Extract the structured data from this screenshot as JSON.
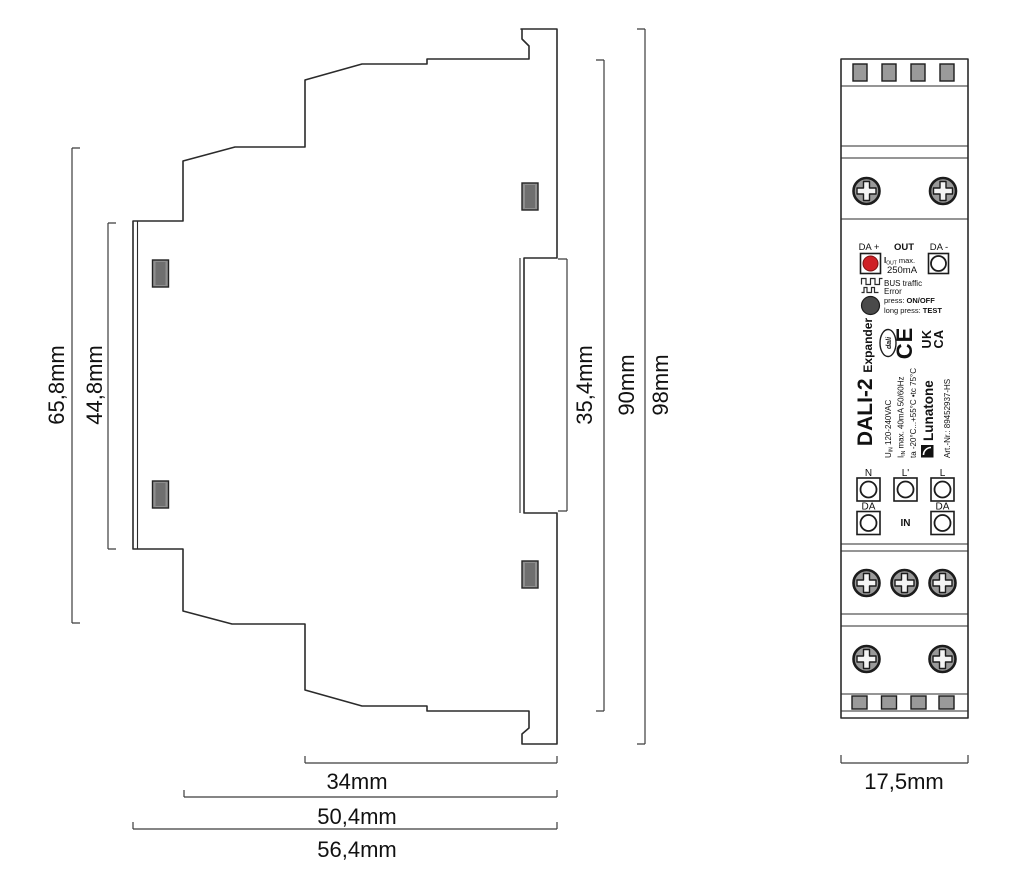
{
  "side": {
    "labels": {
      "f65": "65,8mm",
      "f44": "44,8mm",
      "rail": "35,4mm",
      "h90": "90mm",
      "h98": "98mm",
      "d34": "34mm",
      "d50": "50,4mm",
      "d56": "56,4mm"
    }
  },
  "front": {
    "width_label": "17,5mm",
    "panel": {
      "da_plus": "DA +",
      "out": "OUT",
      "da_minus": "DA -",
      "iout_i": "I",
      "iout_sub": "OUT",
      "iout_rest": " max.",
      "iout_value": "250mA",
      "bus": "BUS traffic",
      "error": "Error",
      "press": "press: ",
      "press_bold": "ON/OFF",
      "long_press": "long press: ",
      "long_press_bold": "TEST",
      "product": "DALI-2 ",
      "product_suffix": "Expander",
      "dali": "dali",
      "u": "U",
      "u_sub": "IN",
      "u_rest": " 120-240VAC",
      "i": "I",
      "i_sub": "IN",
      "i_rest": " max. 40mA 50/60Hz",
      "ta": "ta -20°C...+55°C  •tc 75°C",
      "ce": "CE",
      "uk": "UK",
      "ca": "CA",
      "brand": "Lunatone",
      "art": "Art.-Nr.: 89452937-HS",
      "n": "N",
      "l_prime": "L'",
      "l": "L",
      "da_left": "DA",
      "da_right": "DA",
      "in_label": "IN"
    }
  },
  "colors": {
    "led_red": "#cf2026",
    "button_dark": "#4a4a4a",
    "metal": "#9a9a9a"
  }
}
